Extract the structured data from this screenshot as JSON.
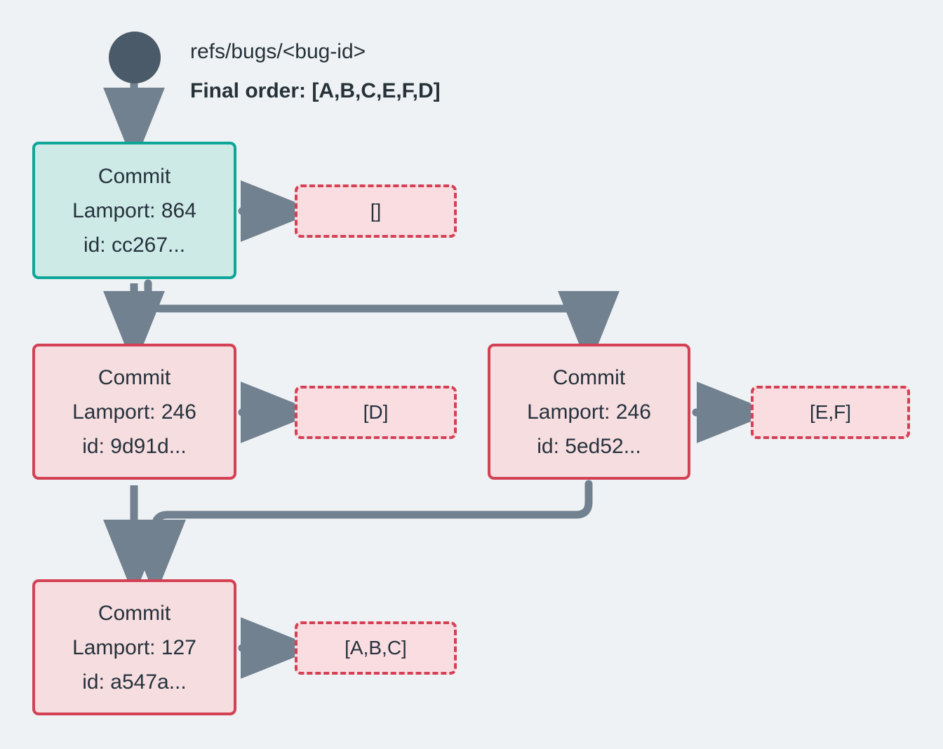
{
  "diagram": {
    "title_ref": "refs/bugs/<bug-id>",
    "final_order": "Final order: [A,B,C,E,F,D]",
    "background_color": "#eef2f5",
    "colors": {
      "root_dot": "#4a5a68",
      "edge": "#71818f",
      "teal_border": "#0fa697",
      "teal_fill": "#cdeae7",
      "pink_border": "#d44054",
      "pink_fill": "#f6dde0",
      "label_fill": "#f9dde1",
      "text": "#25323c"
    },
    "root_node": {
      "name": "root-dot",
      "icon": "filled-circle-icon"
    },
    "nodes": [
      {
        "id": "cc267",
        "kind": "teal",
        "title": "Commit",
        "lamport": "Lamport: 864",
        "id_text": "id: cc267...",
        "ops_label": "[]"
      },
      {
        "id": "9d91d",
        "kind": "pink",
        "title": "Commit",
        "lamport": "Lamport: 246",
        "id_text": "id: 9d91d...",
        "ops_label": "[D]"
      },
      {
        "id": "5ed52",
        "kind": "pink",
        "title": "Commit",
        "lamport": "Lamport: 246",
        "id_text": "id: 5ed52...",
        "ops_label": "[E,F]"
      },
      {
        "id": "a547a",
        "kind": "pink",
        "title": "Commit",
        "lamport": "Lamport: 127",
        "id_text": "id: a547a...",
        "ops_label": "[A,B,C]"
      }
    ],
    "edges": [
      {
        "from": "root",
        "to": "cc267",
        "style": "straight-arrow"
      },
      {
        "from": "cc267",
        "to": "ops-cc267",
        "style": "straight-arrow"
      },
      {
        "from": "cc267",
        "to": "9d91d",
        "style": "straight-arrow"
      },
      {
        "from": "cc267",
        "to": "5ed52",
        "style": "elbow-arrow"
      },
      {
        "from": "9d91d",
        "to": "ops-9d91d",
        "style": "straight-arrow"
      },
      {
        "from": "5ed52",
        "to": "ops-5ed52",
        "style": "straight-arrow"
      },
      {
        "from": "9d91d",
        "to": "a547a",
        "style": "straight-arrow"
      },
      {
        "from": "5ed52",
        "to": "a547a",
        "style": "elbow-arrow"
      },
      {
        "from": "a547a",
        "to": "ops-a547a",
        "style": "straight-arrow"
      }
    ]
  }
}
